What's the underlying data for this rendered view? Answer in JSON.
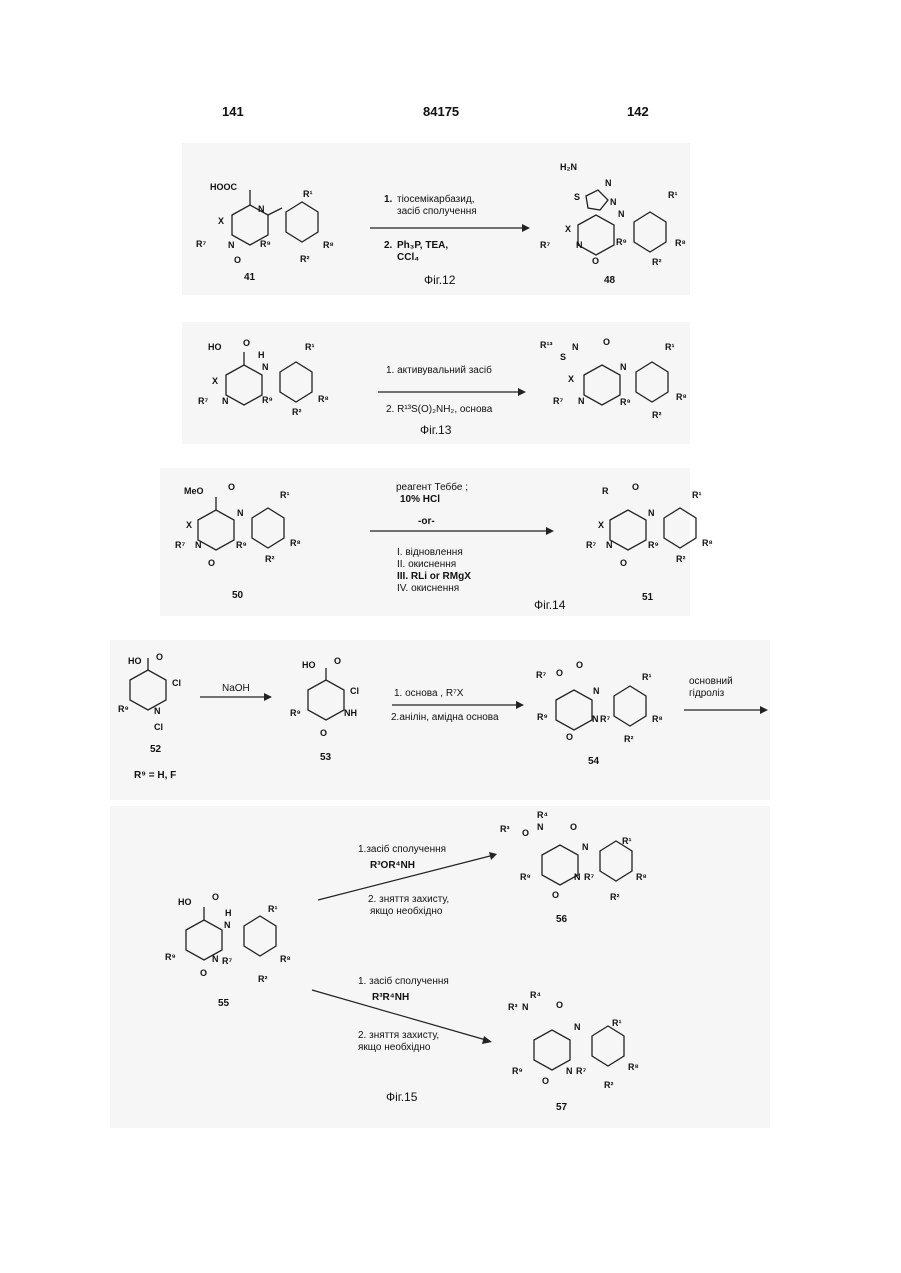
{
  "header": {
    "left_page": "141",
    "patent_no": "84175",
    "right_page": "142"
  },
  "fig12": {
    "reactant": "41",
    "product": "48",
    "step1_num": "1.",
    "step1": "тіосемікарбазид,",
    "step1b": "засіб сполучення",
    "step2_num": "2.",
    "step2": "Ph₃P, TEA,",
    "step2b": "CCl₄",
    "caption": "Фіг.12"
  },
  "fig13": {
    "step1": "1. активувальний засіб",
    "step2": "2.  R¹³S(O)₂NH₂, основа",
    "caption": "Фіг.13"
  },
  "fig14": {
    "reactant": "50",
    "product": "51",
    "top1": "реагент Теббе  ;",
    "top2": "10% HCl",
    "or": "-or-",
    "s1": "I. відновлення",
    "s2": "II. окиснення",
    "s3": "III. RLi or RMgX",
    "s4": "IV. окиснення",
    "caption": "Фіг.14"
  },
  "fig15a": {
    "c52": "52",
    "c53": "53",
    "c54": "54",
    "r9note": "R⁹ = H, F",
    "naoh": "NaOH",
    "s1": "1. основа , R⁷X",
    "s2": "2.анілін, амідна основа",
    "hyd1": "основний",
    "hyd2": "гідроліз"
  },
  "fig15b": {
    "c55": "55",
    "c56": "56",
    "c57": "57",
    "upper1": "1.засіб сполучення",
    "upper2": "R³OR⁴NH",
    "upper3": "2.  зняття захисту,",
    "upper4": "якщо необхідно",
    "lower1": "1. засіб сполучення",
    "lower2": "R³R⁴NH",
    "lower3": "2. зняття захисту,",
    "lower4": "якщо необхідно",
    "caption": "Фіг.15"
  }
}
